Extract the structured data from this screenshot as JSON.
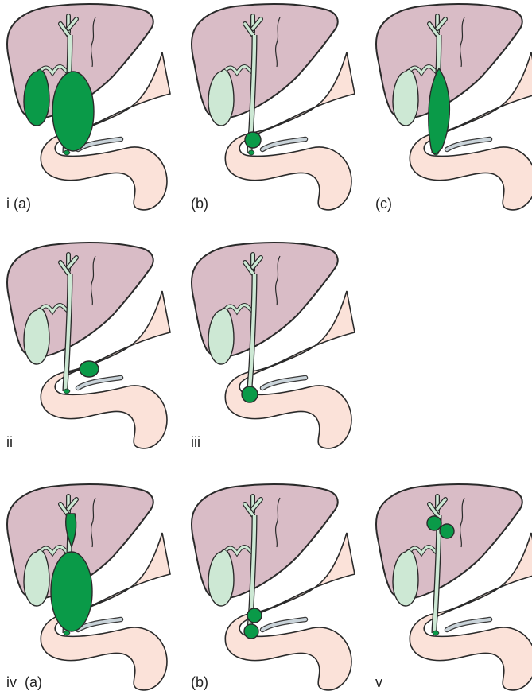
{
  "colors": {
    "liver": "#d9bcc6",
    "liver_stroke": "#2a2a2a",
    "duodenum": "#fbe2d9",
    "duodenum_stroke": "#2a2a2a",
    "duct": "#cde8d4",
    "duct_stroke": "#2a2a2a",
    "cyst": "#0a9a48",
    "pancreatic_duct": "#c9d3d9"
  },
  "panels": [
    {
      "label": "i (a)",
      "type": "i-a"
    },
    {
      "label": "(b)",
      "type": "i-b"
    },
    {
      "label": "(c)",
      "type": "i-c"
    },
    {
      "label": "ii",
      "type": "ii"
    },
    {
      "label": "iii",
      "type": "iii"
    },
    {
      "label": "iv  (a)",
      "type": "iv-a"
    },
    {
      "label": "(b)",
      "type": "iv-b"
    },
    {
      "label": "v",
      "type": "v"
    }
  ]
}
